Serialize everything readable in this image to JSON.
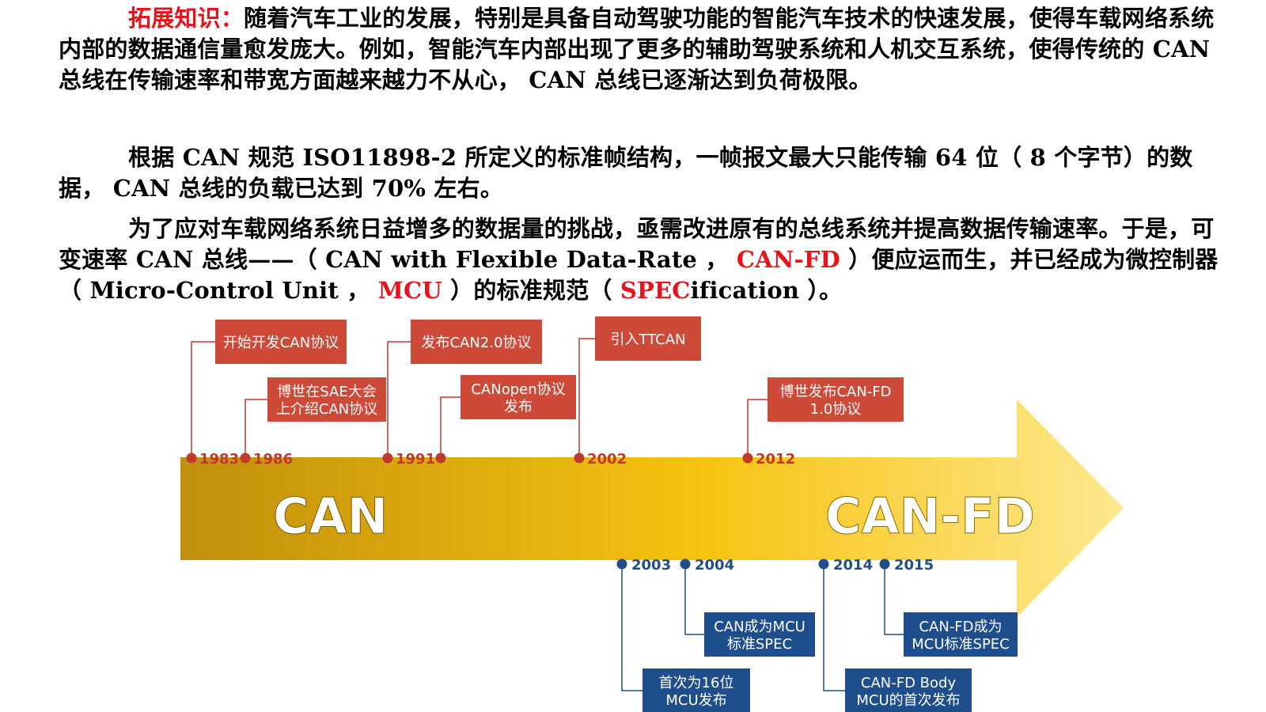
{
  "paragraphs": {
    "p1": {
      "label": "拓展知识：",
      "text": "随着汽车工业的发展，特别是具备自动驾驶功能的智能汽车技术的快速发展，使得车载网络系统内部的数据通信量愈发庞大。例如，智能汽车内部出现了更多的辅助驾驶系统和人机交互系统，使得传统的 CAN 总线在传输速率和带宽方面越来越力不从心， CAN 总线已逐渐达到负荷极限。"
    },
    "p2": {
      "text": "根据 CAN 规范 ISO11898-2 所定义的标准帧结构，一帧报文最大只能传输 64 位（ 8 个字节）的数据， CAN 总线的负载已达到 70% 左右。"
    },
    "p3": {
      "text_a": "为了应对车载网络系统日益增多的数据量的挑战，亟需改进原有的总线系统并提高数据传输速率。于是，可变速率 CAN 总线——（ CAN with Flexible Data-Rate ， ",
      "can_fd": "CAN-FD",
      "text_b": " ）便应运而生，并已经成为微控制器（ Micro-Control Unit ， ",
      "mcu": "MCU",
      "text_c": " ）的标准规范（ ",
      "spec_red": "SPEC",
      "spec_rest": "ification",
      "text_d": " ）。"
    }
  },
  "timeline": {
    "arrow_label_left": "CAN",
    "arrow_label_right": "CAN-FD",
    "colors": {
      "top_box": "#cc4a37",
      "bottom_box": "#1f4e8c",
      "top_year": "#c0392b",
      "bottom_year": "#1f4e8c",
      "arrow_dark": "#c9950e",
      "arrow_light": "#fde07a"
    },
    "top_events": [
      {
        "year": "1983",
        "lines": [
          "开始开发CAN协议"
        ]
      },
      {
        "year": "1986",
        "lines": [
          "博世在SAE大会",
          "上介绍CAN协议"
        ]
      },
      {
        "year": "1991",
        "lines": [
          "发布CAN2.0协议"
        ]
      },
      {
        "year": "",
        "lines": [
          "CANopen协议",
          "发布"
        ]
      },
      {
        "year": "2002",
        "lines": [
          "引入TTCAN"
        ]
      },
      {
        "year": "2012",
        "lines": [
          "博世发布CAN-FD",
          "1.0协议"
        ]
      }
    ],
    "bottom_events": [
      {
        "year": "2003",
        "lines": [
          "首次为16位",
          "MCU发布"
        ]
      },
      {
        "year": "2004",
        "lines": [
          "CAN成为MCU",
          "标准SPEC"
        ]
      },
      {
        "year": "2014",
        "lines": [
          "CAN-FD Body",
          "MCU的首次发布"
        ]
      },
      {
        "year": "2015",
        "lines": [
          "CAN-FD成为",
          "MCU标准SPEC"
        ]
      }
    ]
  }
}
